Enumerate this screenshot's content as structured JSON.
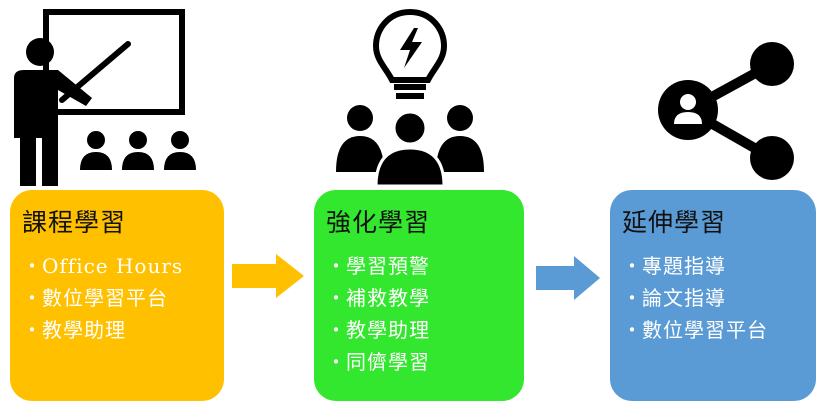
{
  "stages": [
    {
      "title": "課程學習",
      "items": [
        "Office Hours",
        "數位學習平台",
        "教學助理"
      ],
      "color": "#ffc000",
      "text_color": "#ffffff"
    },
    {
      "title": "強化學習",
      "items": [
        "學習預警",
        "補救教學",
        "教學助理",
        "同儕學習"
      ],
      "color": "#33e62e",
      "text_color": "#ffffff"
    },
    {
      "title": "延伸學習",
      "items": [
        "專題指導",
        "論文指導",
        "數位學習平台"
      ],
      "color": "#5b9bd5",
      "text_color": "#ffffff"
    }
  ],
  "arrows": [
    {
      "color": "#ffc000"
    },
    {
      "color": "#5b9bd5"
    }
  ],
  "icons": [
    "teacher-presentation-icon",
    "lightbulb-team-icon",
    "share-user-icon"
  ],
  "bullet": "・"
}
